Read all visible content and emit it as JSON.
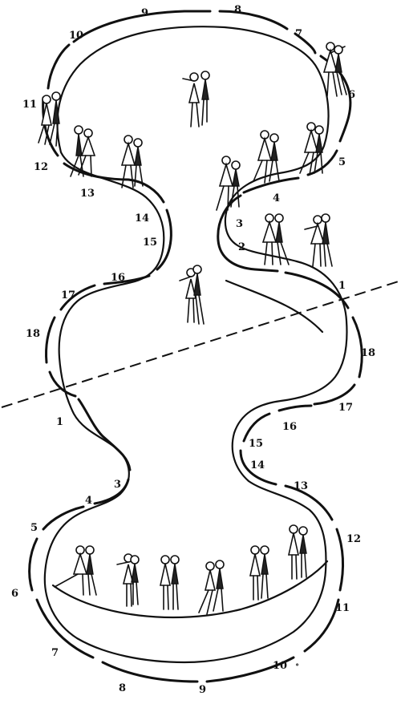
{
  "upper_lobe_numbers": [
    "1",
    "2",
    "3",
    "4",
    "5",
    "6",
    "7",
    "8",
    "9",
    "10",
    "11",
    "12",
    "13",
    "14",
    "15",
    "16",
    "17",
    "18"
  ],
  "lower_lobe_numbers": [
    "1",
    "3",
    "4",
    "5",
    "6",
    "7",
    "8",
    "9",
    "10",
    "11",
    "12",
    "13",
    "14",
    "15",
    "16",
    "17",
    "18"
  ],
  "colors": {
    "ink": "#111111",
    "paper": "#ffffff"
  }
}
